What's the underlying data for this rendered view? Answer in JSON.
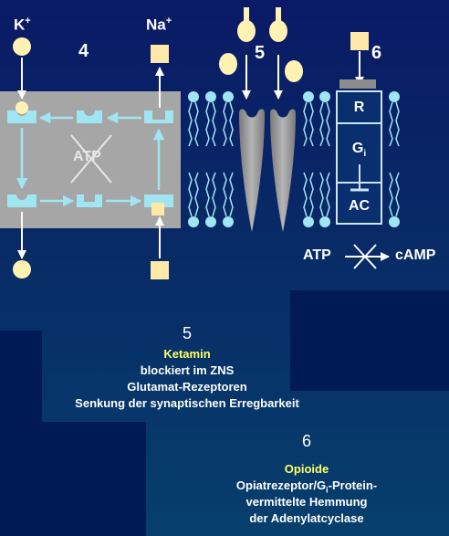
{
  "left": {
    "potassium": {
      "symbol": "K",
      "charge": "+"
    },
    "sodium": {
      "symbol": "Na",
      "charge": "+"
    },
    "number": "4",
    "pump_label": "ATP"
  },
  "middle": {
    "number": "5"
  },
  "right": {
    "number": "6",
    "receptor_label": "R",
    "gprotein_label": "G",
    "gprotein_sub": "i",
    "enzyme_label": "AC",
    "atp_label": "ATP",
    "camp_label": "cAMP"
  },
  "text5": {
    "number": "5",
    "title": "Ketamin",
    "lines": [
      "blockiert im ZNS",
      "Glutamat-Rezeptoren",
      "Senkung der synaptischen Erregbarkeit"
    ]
  },
  "text6": {
    "number": "6",
    "title": "Opioide",
    "line1_pre": "Opiatrezeptor/G",
    "line1_sub": "i",
    "line1_post": "-Protein-",
    "line2": "vermittelte Hemmung",
    "line3": "der Adenylatcyclase"
  },
  "colors": {
    "bg_top": "#0a1a66",
    "bg_bottom": "#063a68",
    "dark_block": "#001a55",
    "pump_box": "#a6a6a6",
    "cyan": "#9fe6f2",
    "circle": "#fff2b3",
    "square": "#ffe9a8",
    "channel": "#9d9d9d",
    "highlight_text": "#ffff66"
  }
}
